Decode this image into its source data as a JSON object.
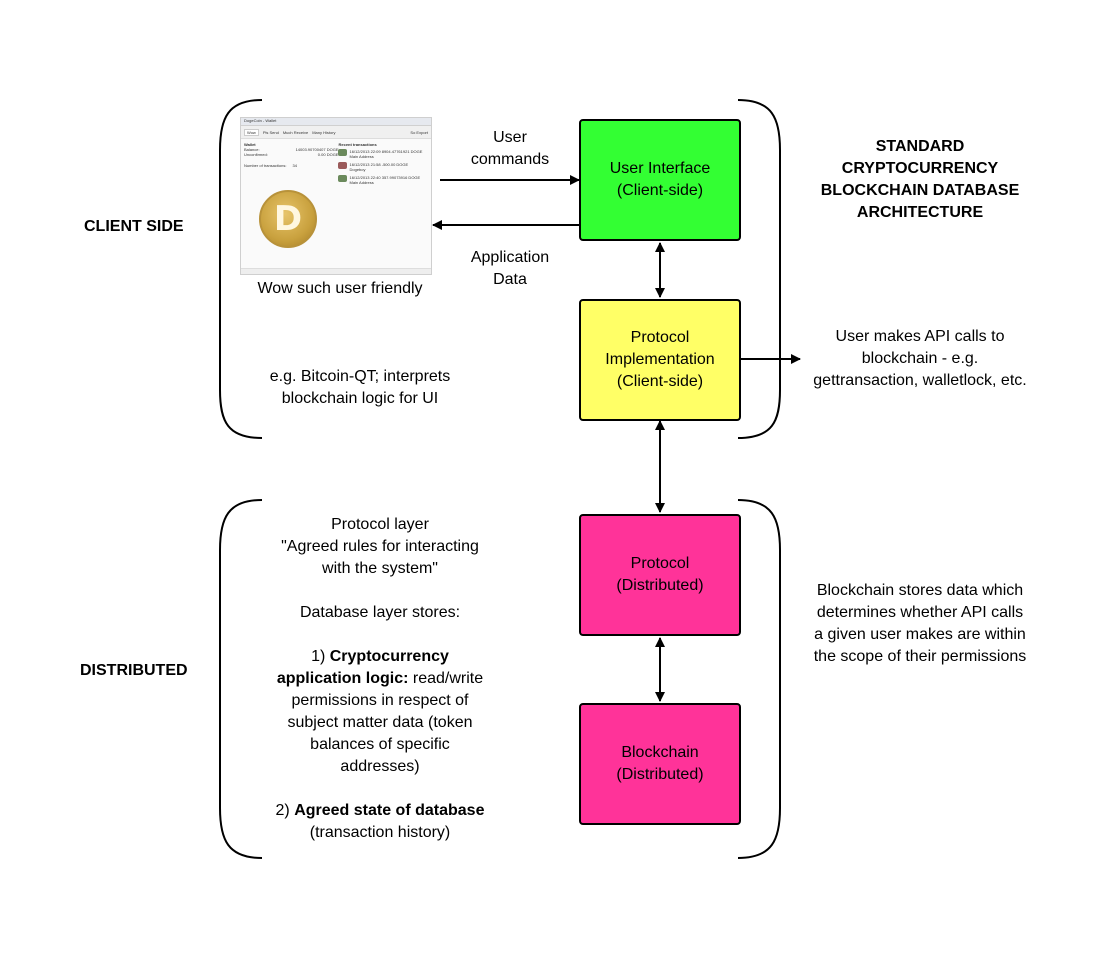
{
  "title": [
    "STANDARD",
    "CRYPTOCURRENCY",
    "BLOCKCHAIN DATABASE",
    "ARCHITECTURE"
  ],
  "sections": {
    "client_side": "CLIENT SIDE",
    "distributed": "DISTRIBUTED"
  },
  "boxes": {
    "user_interface": {
      "line1": "User Interface",
      "line2": "(Client-side)",
      "color": "#33ff33"
    },
    "protocol_impl": {
      "line1": "Protocol",
      "line2": "Implementation",
      "line3": "(Client-side)",
      "color": "#ffff66"
    },
    "protocol": {
      "line1": "Protocol",
      "line2": "(Distributed)",
      "color": "#ff3399"
    },
    "blockchain": {
      "line1": "Blockchain",
      "line2": "(Distributed)",
      "color": "#ff3399"
    }
  },
  "labels": {
    "user_commands": [
      "User",
      "commands"
    ],
    "application_data": [
      "Application",
      "Data"
    ],
    "screenshot_caption": "Wow such user friendly",
    "client_note": [
      "e.g. Bitcoin-QT; interprets",
      "blockchain logic for UI"
    ],
    "api_note": [
      "User makes API calls to",
      "blockchain - e.g.",
      "gettransaction, walletlock, etc."
    ],
    "distributed_note": [
      "Blockchain stores data which",
      "determines whether API calls",
      "a given user makes are within",
      "the scope of their permissions"
    ]
  },
  "protocol_text": {
    "line1": "Protocol layer",
    "line2": "\"Agreed rules for interacting",
    "line3": "with the system\"",
    "db_header": "Database layer stores:",
    "item1_prefix": "1) ",
    "item1_bold_a": "Cryptocurrency",
    "item1_bold_b": "application logic:",
    "item1_rest_a": " read/write",
    "item1_rest_b": [
      "permissions in respect of",
      "subject matter data (token",
      "balances of specific",
      "addresses)"
    ],
    "item2_prefix": "2) ",
    "item2_bold": "Agreed state of database",
    "item2_rest": "(transaction history)"
  },
  "wallet_mock": {
    "window_title": "DogeCoin - Wallet",
    "tabs": [
      "Wow",
      "Pls Send",
      "Much Receive",
      "Many History"
    ],
    "export": "So Export",
    "wallet_header": "Wallet",
    "balance_label": "Balance:",
    "balance_value": "14003.90700407 DOGE",
    "unconfirmed_label": "Unconfirmed:",
    "unconfirmed_value": "0.00 DOGE",
    "num_tx_label": "Number of transactions:",
    "num_tx_value": "34",
    "recent_header": "Recent transactions",
    "transactions": [
      {
        "line1": "16/12/2013 22:09  8904.47761921 DOGE",
        "line2": "Main Address"
      },
      {
        "line1": "16/12/2013 21:58  -500.00 DOGE",
        "line2": "Dogeboy"
      },
      {
        "line1": "16/12/2013 22:40  357.99073916 DOGE",
        "line2": "Main Address"
      }
    ],
    "coin_letter": "D"
  }
}
